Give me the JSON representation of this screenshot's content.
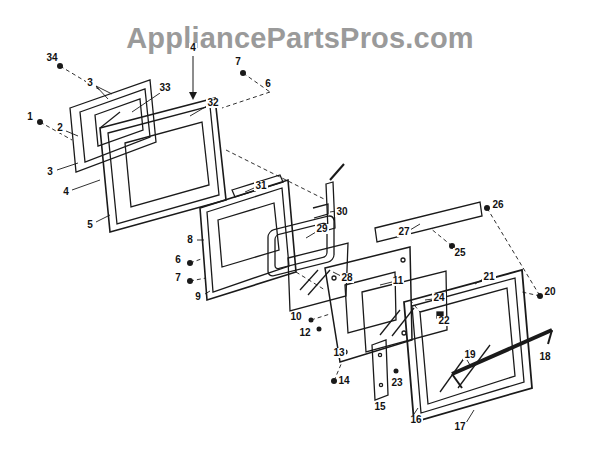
{
  "diagram": {
    "labels": [
      "AppliancePartsPros.com",
      "4",
      "34",
      "7",
      "3",
      "6",
      "33",
      "32",
      "1",
      "2",
      "3",
      "31",
      "4",
      "26",
      "30",
      "5",
      "29",
      "27",
      "8",
      "25",
      "6",
      "28",
      "21",
      "7",
      "11",
      "20",
      "9",
      "24",
      "10",
      "22",
      "12",
      "13",
      "19",
      "18",
      "14",
      "23",
      "15",
      "16",
      "17"
    ]
  }
}
